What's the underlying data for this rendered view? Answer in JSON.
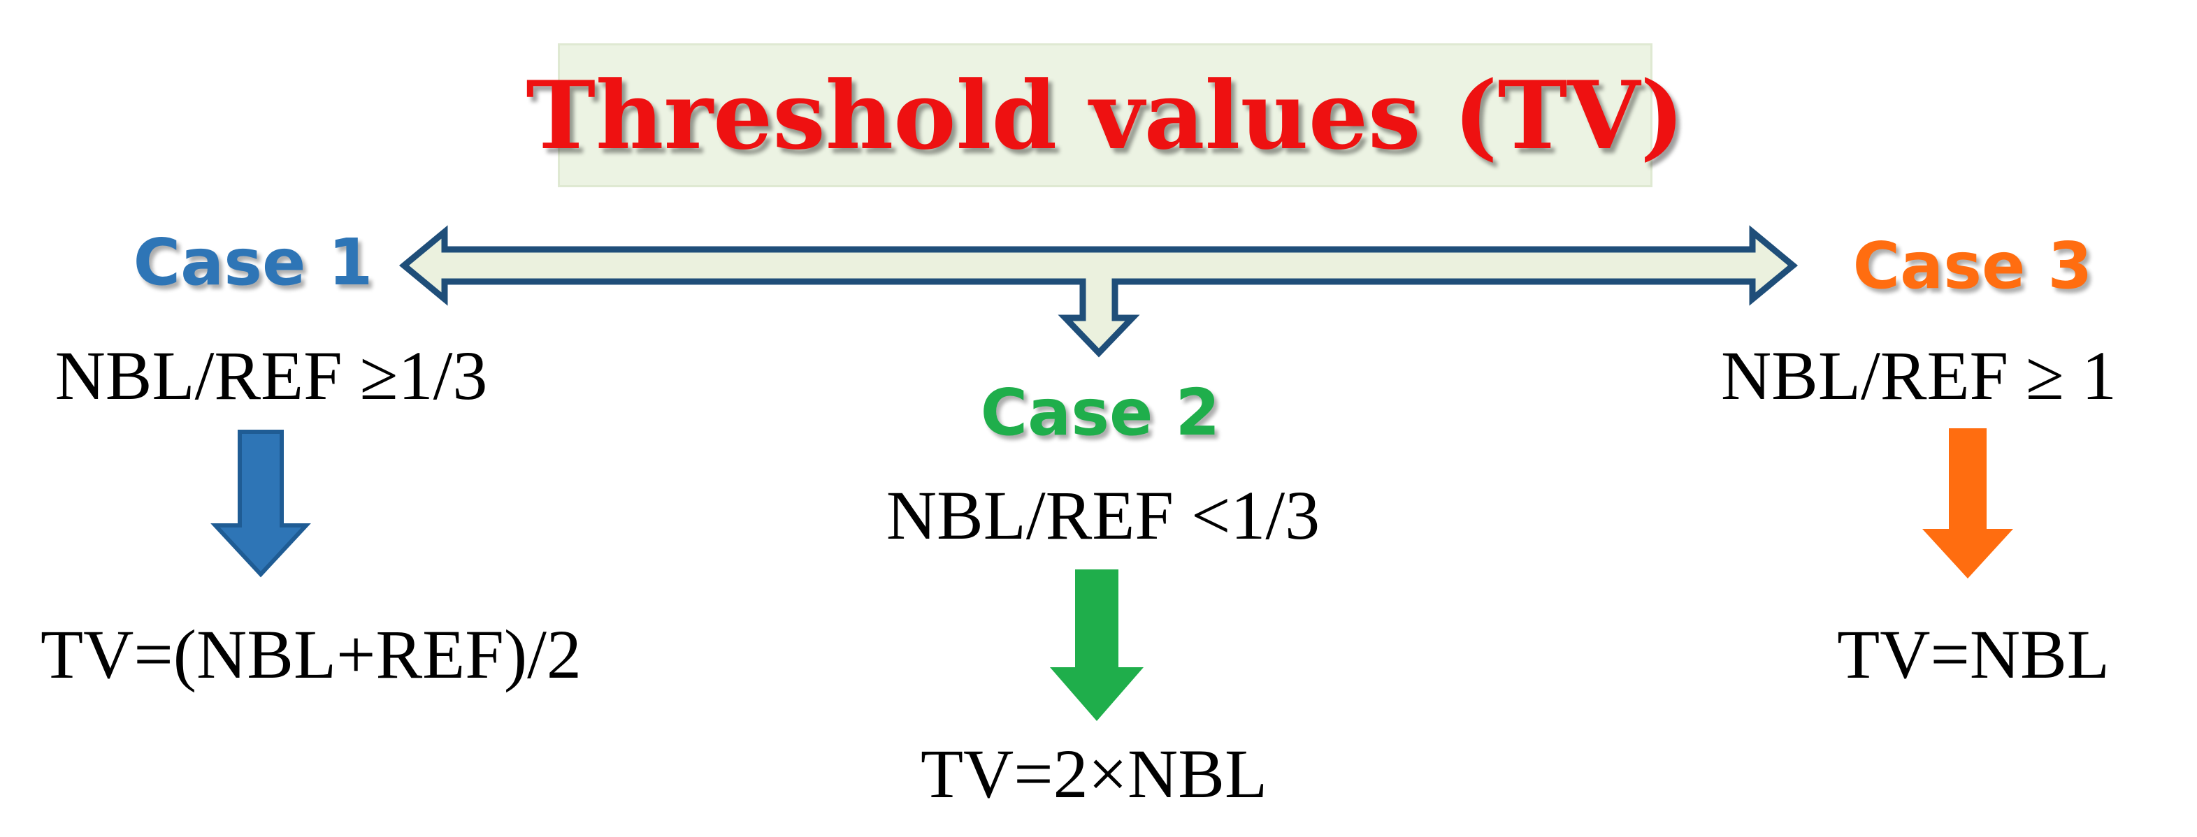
{
  "title": "Threshold values (TV)",
  "colors": {
    "title": "#ee1111",
    "title_box": "#ecf3e3",
    "case1": "#2e75b6",
    "case2": "#1fae4b",
    "case3": "#ff6d10",
    "connector_fill": "#ebf1de",
    "connector_stroke": "#1f4e79"
  },
  "cases": [
    {
      "label": "Case 1",
      "condition": "NBL/REF ≥1/3",
      "result": "TV=(NBL+REF)/2"
    },
    {
      "label": "Case 2",
      "condition": "NBL/REF <1/3",
      "result": "TV=2×NBL"
    },
    {
      "label": "Case 3",
      "condition": "NBL/REF ≥ 1",
      "result": "TV=NBL"
    }
  ]
}
